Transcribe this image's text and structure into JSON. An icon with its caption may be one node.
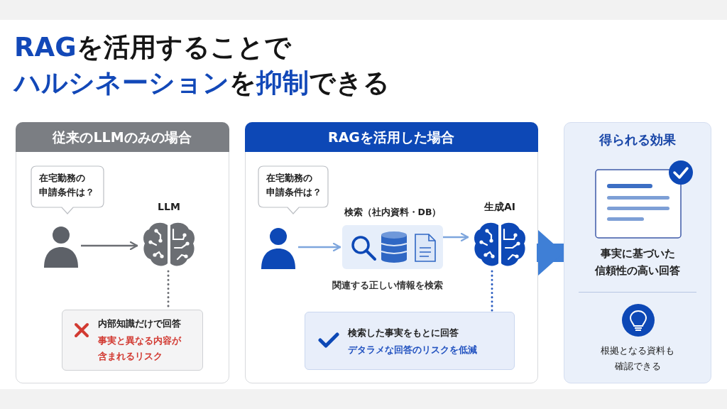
{
  "diagram": {
    "title": "**RAG**を活用することで**ハルシネーション**を**抑制**できる",
    "nodes": [
      {
        "text": [
          "従来のLLMのみの場合"
        ]
      },
      {
        "text": [
          "在宅勤務の申請条件は？"
        ],
        "in": 0
      },
      {
        "text": [],
        "shape": "person",
        "in": 0
      },
      {
        "text": [
          "LLM"
        ],
        "in": 0
      },
      {
        "text": [
          "内部知識だけで回答",
          "事実と異なる内容が含まれるリスク"
        ],
        "in": 0
      },
      {
        "text": [
          "RAGを活用した場合"
        ]
      },
      {
        "text": [
          "在宅勤務の申請条件は？"
        ],
        "in": 5
      },
      {
        "text": [],
        "shape": "person",
        "in": 5
      },
      {
        "text": [
          "検索（社内資料・DB）"
        ],
        "beside": [
          "関連する正しい情報を検索"
        ],
        "in": 5
      },
      {
        "text": [
          "生成AI"
        ],
        "in": 5
      },
      {
        "text": [
          "検索した事実をもとに回答",
          "デタラメな回答のリスクを低減"
        ],
        "in": 5
      },
      {
        "text": [
          "得られる効果",
          "事実に基づいた信頼性の高い回答",
          "根拠となる資料も確認できる"
        ]
      }
    ],
    "edges": [
      {
        "from": 2,
        "to": 3,
        "arrow": "to",
        "color": "#6b6e73"
      },
      {
        "from": 7,
        "to": 8,
        "arrow": "to",
        "color": "#7ea6dd"
      },
      {
        "from": 8,
        "to": 9,
        "arrow": "to",
        "color": "#7ea6dd"
      },
      {
        "from": 3,
        "to": 4,
        "arrow": "none",
        "style": "dashed",
        "color": "#6b6e73"
      },
      {
        "from": 9,
        "to": 10,
        "arrow": "none",
        "style": "dashed",
        "color": "#2a5cc0"
      },
      {
        "from": 5,
        "to": 11,
        "arrow": "to",
        "style": "thick",
        "color": "#3f7fd6"
      }
    ]
  }
}
